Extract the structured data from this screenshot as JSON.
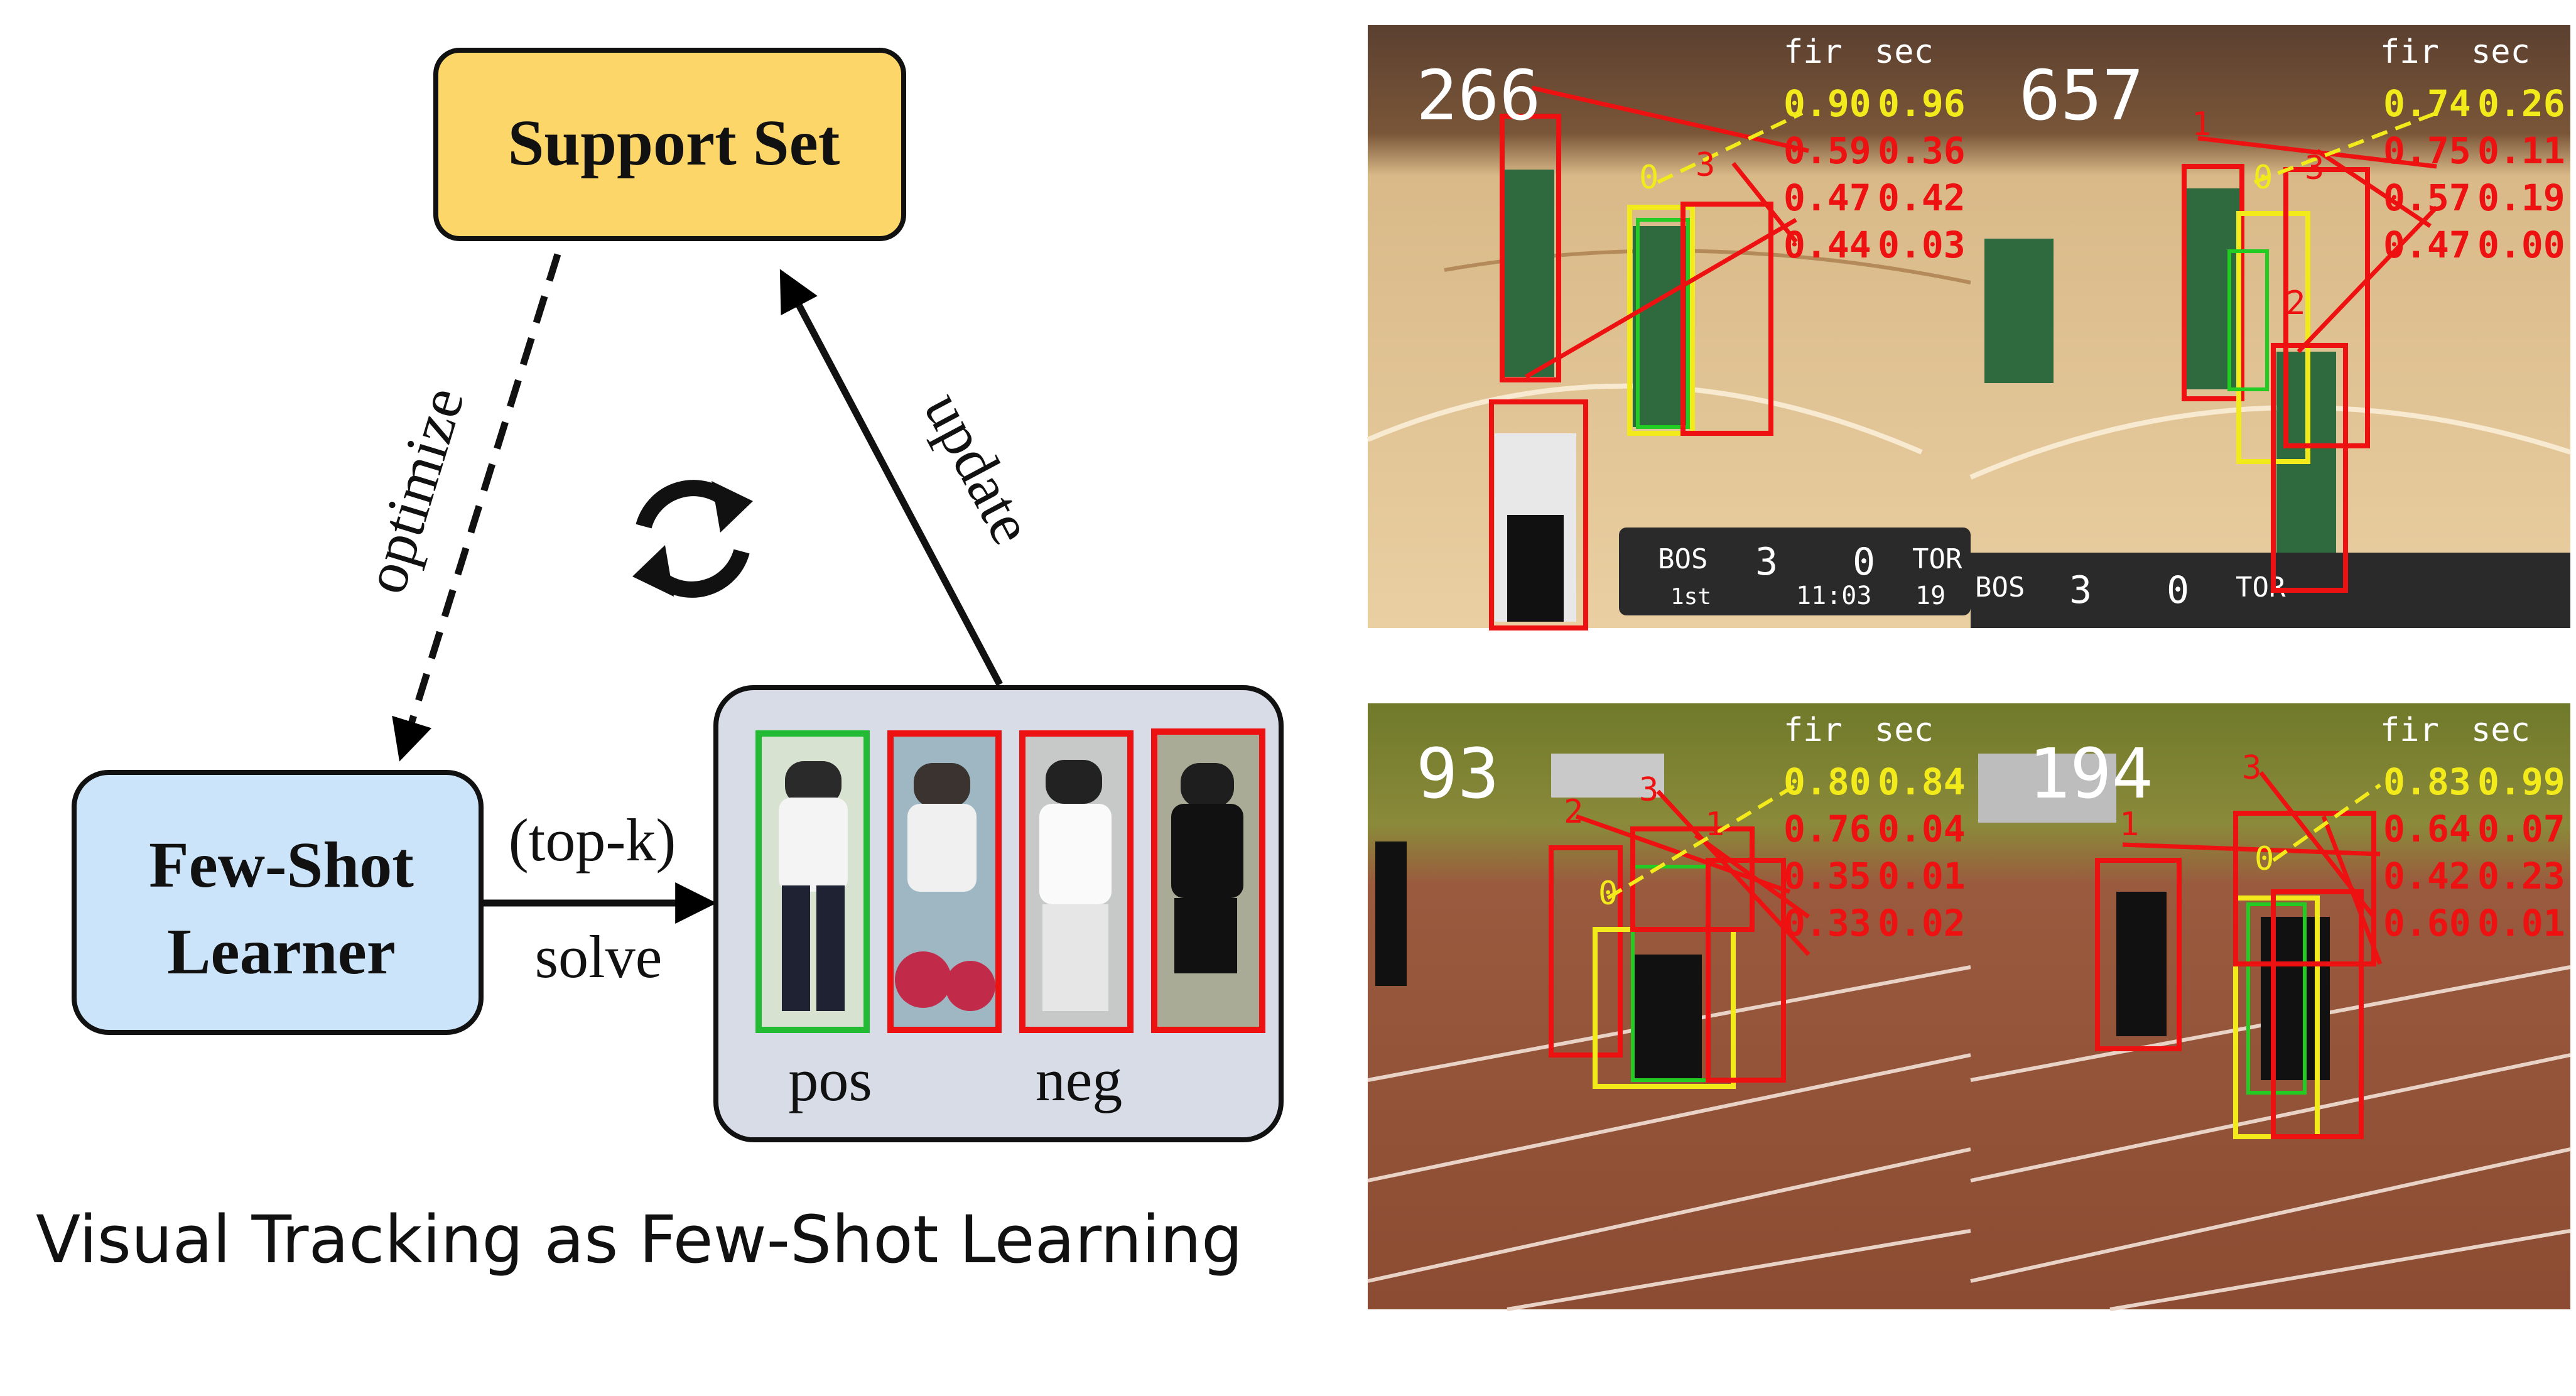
{
  "diagram": {
    "support_set": "Support Set",
    "learner_line1": "Few-Shot",
    "learner_line2": "Learner",
    "edge_optimize": "optimize",
    "edge_update": "update",
    "edge_topk": "(top-k)",
    "edge_solve": "solve",
    "label_pos": "pos",
    "label_neg": "neg",
    "caption": "Visual Tracking as Few-Shot Learning",
    "colors": {
      "support_fill": "#FDD66A",
      "learner_fill": "#CCE4FA",
      "samples_fill": "#D7DCE6",
      "pos": "#22BB33",
      "neg": "#EE1111"
    }
  },
  "panels": [
    {
      "frame": "266",
      "header_a": "fir",
      "header_b": "sec",
      "scores": [
        [
          "0.90",
          "0.96"
        ],
        [
          "0.59",
          "0.36"
        ],
        [
          "0.47",
          "0.42"
        ],
        [
          "0.44",
          "0.03"
        ]
      ],
      "markers": [
        "0",
        "3"
      ],
      "scoreboard": [
        "BOS",
        "3",
        "0",
        "TOR",
        "1st",
        "11:03",
        "19"
      ]
    },
    {
      "frame": "657",
      "header_a": "fir",
      "header_b": "sec",
      "scores": [
        [
          "0.74",
          "0.26"
        ],
        [
          "0.75",
          "0.11"
        ],
        [
          "0.57",
          "0.19"
        ],
        [
          "0.47",
          "0.00"
        ]
      ],
      "markers": [
        "1",
        "3",
        "0",
        "2"
      ],
      "scoreboard": [
        "BOS",
        "3",
        "0",
        "TOR"
      ]
    },
    {
      "frame": "93",
      "header_a": "fir",
      "header_b": "sec",
      "scores": [
        [
          "0.80",
          "0.84"
        ],
        [
          "0.76",
          "0.04"
        ],
        [
          "0.35",
          "0.01"
        ],
        [
          "0.33",
          "0.02"
        ]
      ],
      "markers": [
        "3",
        "2",
        "1",
        "0"
      ]
    },
    {
      "frame": "194",
      "header_a": "fir",
      "header_b": "sec",
      "scores": [
        [
          "0.83",
          "0.99"
        ],
        [
          "0.64",
          "0.07"
        ],
        [
          "0.42",
          "0.23"
        ],
        [
          "0.60",
          "0.01"
        ]
      ],
      "markers": [
        "3",
        "1",
        "0"
      ]
    }
  ]
}
